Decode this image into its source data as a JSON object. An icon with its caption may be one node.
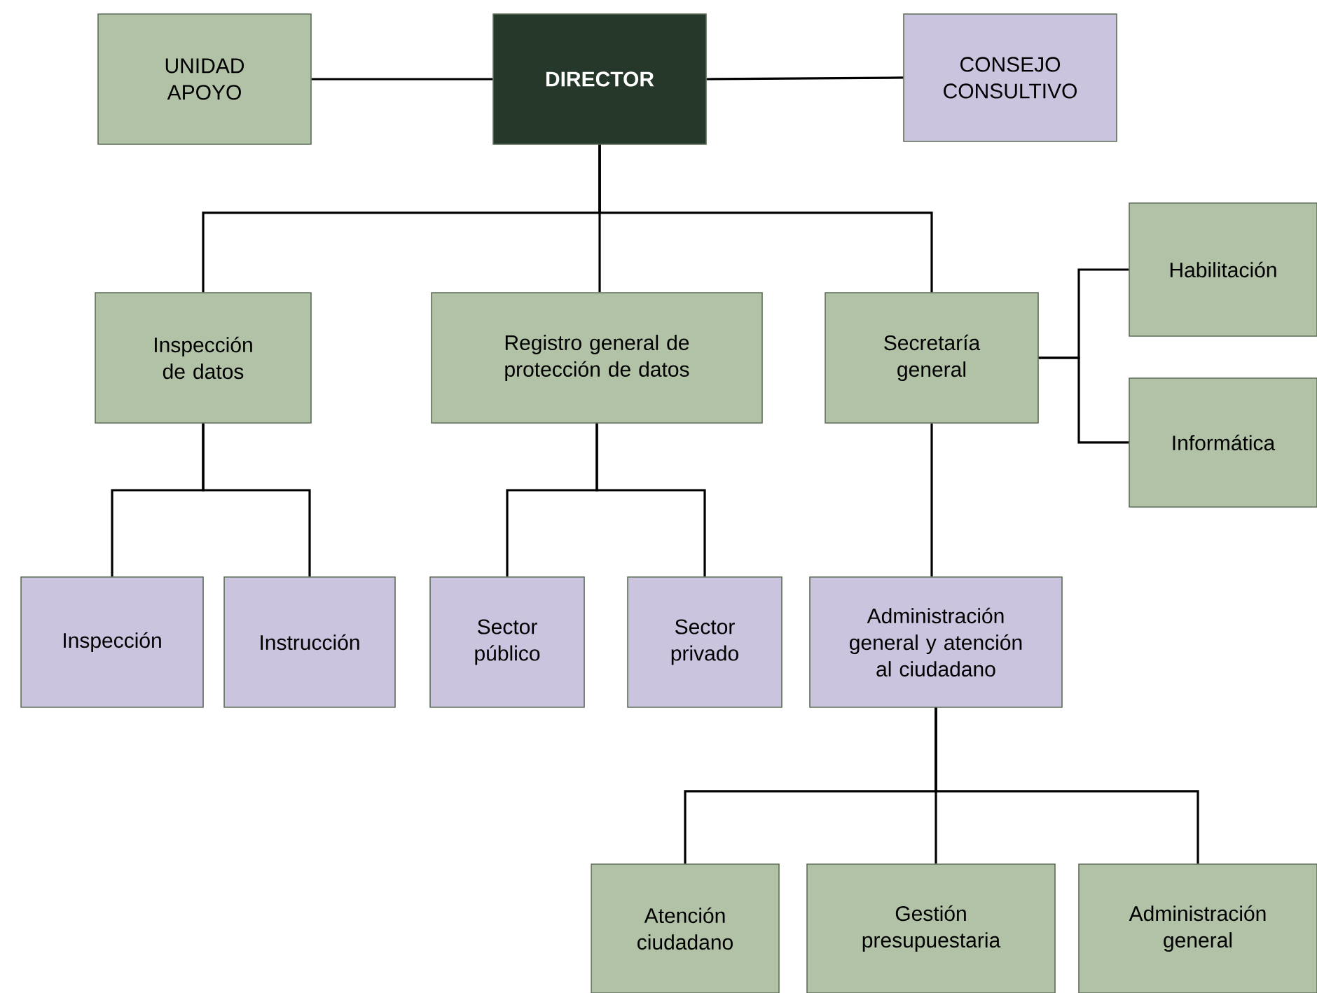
{
  "diagram": {
    "nodes": [
      {
        "text": [
          "UNIDAD APOYO"
        ]
      },
      {
        "text": [
          "DIRECTOR"
        ]
      },
      {
        "text": [
          "CONSEJO CONSULTIVO"
        ]
      },
      {
        "text": [
          "Inspección de datos"
        ]
      },
      {
        "text": [
          "Registro general de protección de datos"
        ]
      },
      {
        "text": [
          "Secretaría general"
        ]
      },
      {
        "text": [
          "Habilitación"
        ]
      },
      {
        "text": [
          "Informática"
        ]
      },
      {
        "text": [
          "Inspección"
        ]
      },
      {
        "text": [
          "Instrucción"
        ]
      },
      {
        "text": [
          "Sector público"
        ]
      },
      {
        "text": [
          "Sector privado"
        ]
      },
      {
        "text": [
          "Administración general y atención al ciudadano"
        ]
      },
      {
        "text": [
          "Atención ciudadano"
        ]
      },
      {
        "text": [
          "Gestión presupuestaria"
        ]
      },
      {
        "text": [
          "Administración general"
        ]
      }
    ],
    "edges": [
      {
        "from": 0,
        "to": 1,
        "arrow": "none"
      },
      {
        "from": 1,
        "to": 2,
        "arrow": "none"
      },
      {
        "from": 1,
        "to": 3,
        "arrow": "none"
      },
      {
        "from": 1,
        "to": 4,
        "arrow": "none"
      },
      {
        "from": 1,
        "to": 5,
        "arrow": "none"
      },
      {
        "from": 5,
        "to": 6,
        "arrow": "none"
      },
      {
        "from": 5,
        "to": 7,
        "arrow": "none"
      },
      {
        "from": 3,
        "to": 8,
        "arrow": "none"
      },
      {
        "from": 3,
        "to": 9,
        "arrow": "none"
      },
      {
        "from": 4,
        "to": 10,
        "arrow": "none"
      },
      {
        "from": 4,
        "to": 11,
        "arrow": "none"
      },
      {
        "from": 5,
        "to": 12,
        "arrow": "none"
      },
      {
        "from": 12,
        "to": 13,
        "arrow": "none"
      },
      {
        "from": 12,
        "to": 14,
        "arrow": "none"
      },
      {
        "from": 12,
        "to": 15,
        "arrow": "none"
      }
    ]
  }
}
